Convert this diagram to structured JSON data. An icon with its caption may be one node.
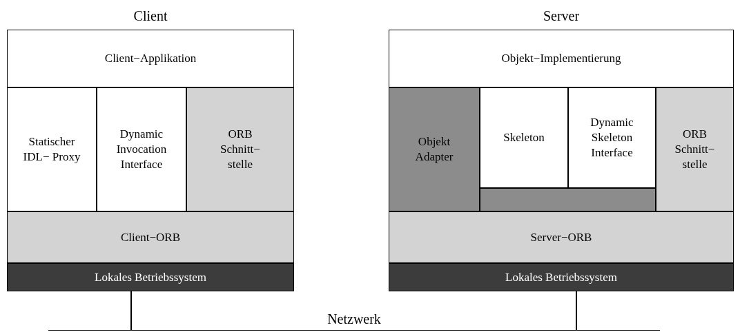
{
  "diagram": {
    "nodes": [
      {
        "text": [
          "Client"
        ]
      },
      {
        "text": [
          "Client−Applikation"
        ],
        "in": 0
      },
      {
        "text": [
          "Statischer IDL− Proxy"
        ],
        "in": 0
      },
      {
        "text": [
          "Dynamic Invocation Interface"
        ],
        "in": 0
      },
      {
        "text": [
          "ORB Schnitt− stelle"
        ],
        "in": 0
      },
      {
        "text": [
          "Client−ORB"
        ],
        "in": 0
      },
      {
        "text": [
          "Lokales Betriebssystem"
        ],
        "in": 0
      },
      {
        "text": [
          "Server"
        ]
      },
      {
        "text": [
          "Objekt−Implementierung"
        ],
        "in": 7
      },
      {
        "text": [
          "Objekt Adapter"
        ],
        "in": 7
      },
      {
        "text": [
          "Skeleton"
        ],
        "in": 7
      },
      {
        "text": [
          "Dynamic Skeleton Interface"
        ],
        "in": 7
      },
      {
        "text": [
          "ORB Schnitt− stelle"
        ],
        "in": 7
      },
      {
        "text": [
          "Server−ORB"
        ],
        "in": 7
      },
      {
        "text": [
          "Lokales Betriebssystem"
        ],
        "in": 7
      },
      {
        "text": [],
        "shape": "bar",
        "in": 7
      },
      {
        "text": [
          "Netzwerk"
        ]
      }
    ],
    "edges": [
      {
        "from": 6,
        "to": 16,
        "arrow": "none"
      },
      {
        "from": 14,
        "to": 16,
        "arrow": "none"
      }
    ]
  }
}
